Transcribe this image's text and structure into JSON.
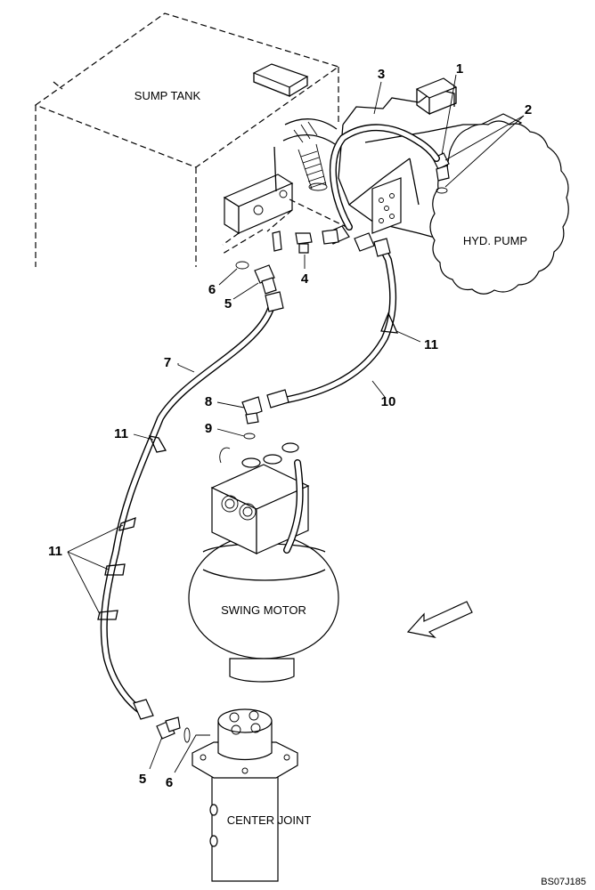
{
  "components": {
    "sump_tank": "SUMP TANK",
    "hyd_pump": "HYD. PUMP",
    "swing_motor": "SWING MOTOR",
    "center_joint": "CENTER JOINT"
  },
  "callouts": {
    "c1": "1",
    "c2": "2",
    "c3": "3",
    "c4": "4",
    "c5a": "5",
    "c5b": "5",
    "c6a": "6",
    "c6b": "6",
    "c7": "7",
    "c8": "8",
    "c9": "9",
    "c10": "10",
    "c11a": "11",
    "c11b": "11",
    "c11c": "11"
  },
  "drawing_code": "BS07J185"
}
